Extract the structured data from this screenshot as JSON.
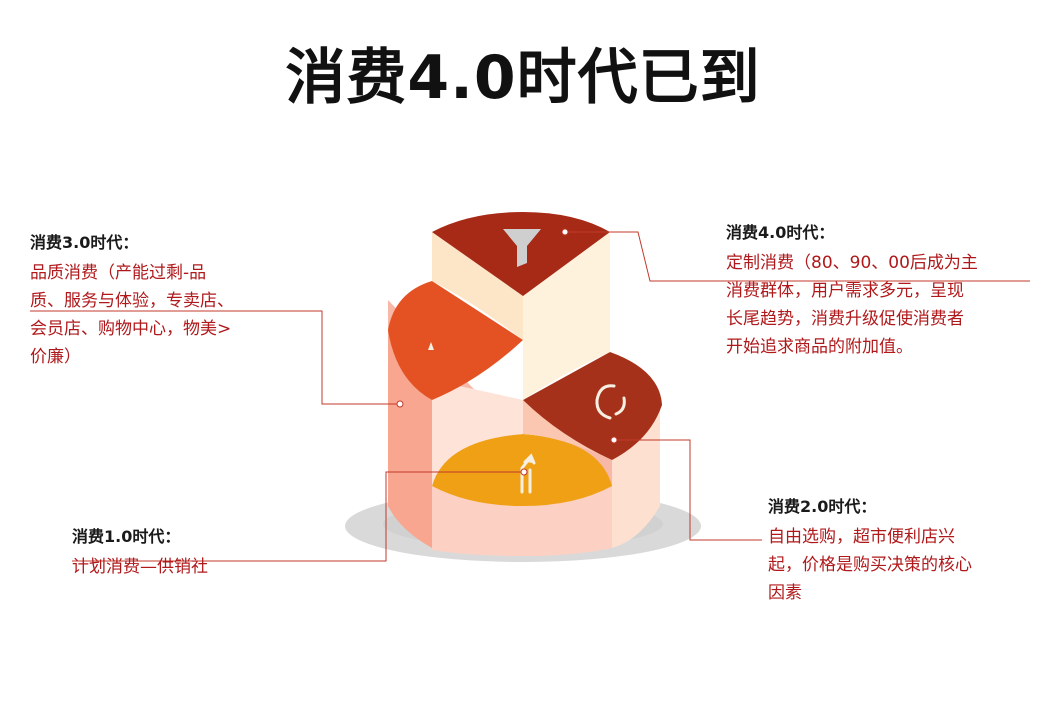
{
  "title": "消费4.0时代已到",
  "eras": {
    "era3": {
      "heading": "消费3.0时代：",
      "body": "品质消费（产能过剩-品\n质、服务与体验，专卖店、\n会员店、购物中心，物美>\n价廉）"
    },
    "era4": {
      "heading": "消费4.0时代：",
      "body": "定制消费（80、90、00后成为主\n消费群体，用户需求多元，呈现\n长尾趋势，消费升级促使消费者\n开始追求商品的附加值。"
    },
    "era2": {
      "heading": "消费2.0时代：",
      "body": "自由选购，超市便利店兴\n起，价格是购买决策的核心\n因素"
    },
    "era1": {
      "heading": "消费1.0时代：",
      "body": "计划消费—供销社"
    }
  },
  "icons": {
    "era4": "funnel-icon",
    "era3": "arrow-up-icon",
    "era2": "horseshoe-icon",
    "era1": "merge-arrows-icon"
  },
  "colors": {
    "era4": "#a62a16",
    "era3": "#e45224",
    "era2": "#a6311a",
    "era1": "#f0a014",
    "label_text": "#b0191b",
    "connector": "#c0392b"
  }
}
